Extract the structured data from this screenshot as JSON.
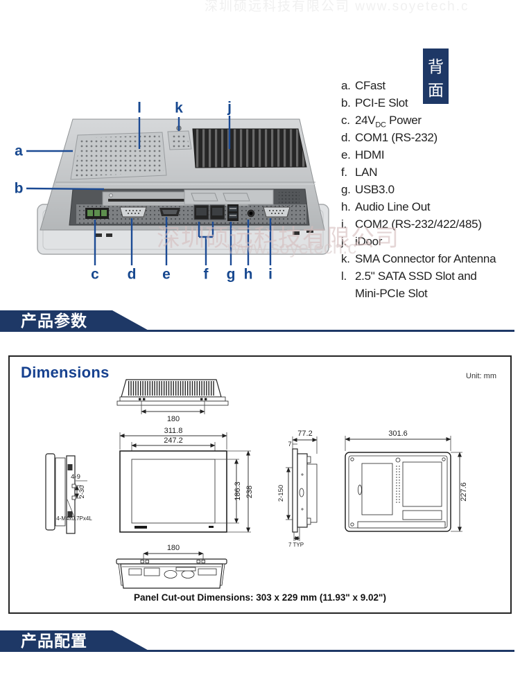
{
  "watermark": {
    "company": "深圳硕远科技有限公司",
    "url": "www.soyetech.c"
  },
  "back_panel": {
    "badge_chars": [
      "背",
      "面"
    ],
    "callouts": [
      "a",
      "b",
      "c",
      "d",
      "e",
      "f",
      "g",
      "h",
      "i",
      "j",
      "k",
      "l"
    ],
    "legend": [
      {
        "letter": "a.",
        "text": "CFast"
      },
      {
        "letter": "b.",
        "text": "PCI-E Slot"
      },
      {
        "letter": "c.",
        "pre": "24V",
        "sub": "DC",
        "post": " Power"
      },
      {
        "letter": "d.",
        "text": "COM1 (RS-232)"
      },
      {
        "letter": "e.",
        "text": "HDMI"
      },
      {
        "letter": "f.",
        "text": "LAN"
      },
      {
        "letter": "g.",
        "text": "USB3.0"
      },
      {
        "letter": "h.",
        "text": "Audio Line Out"
      },
      {
        "letter": "i.",
        "text": "COM2 (RS-232/422/485)"
      },
      {
        "letter": "j.",
        "text": "iDoor"
      },
      {
        "letter": "k.",
        "text": "SMA Connector for Antenna"
      },
      {
        "letter": "l.",
        "text": "2.5\" SATA SSD Slot and",
        "text2": "Mini-PCIe Slot"
      }
    ]
  },
  "sections": {
    "params": "产品参数",
    "config": "产品配置"
  },
  "dimensions": {
    "title": "Dimensions",
    "unit": "Unit: mm",
    "top_view": {
      "width": "180"
    },
    "front": {
      "outer_w": "311.8",
      "inner_w": "247.2",
      "inner_h": "186.3",
      "outer_h": "238"
    },
    "bottom_view": {
      "width": "180"
    },
    "side_left": {
      "holes": "4-9",
      "pitch": "2-30",
      "screw": "4-M4x0.7Px4L"
    },
    "side_right": {
      "depth": "77.2",
      "lip": "7",
      "slots": "2-150",
      "typ": "7 TYP"
    },
    "rear": {
      "width": "301.6",
      "height": "227.6"
    },
    "cutout_note": "Panel Cut-out Dimensions: 303 x 229 mm (11.93\" x 9.02\")"
  }
}
